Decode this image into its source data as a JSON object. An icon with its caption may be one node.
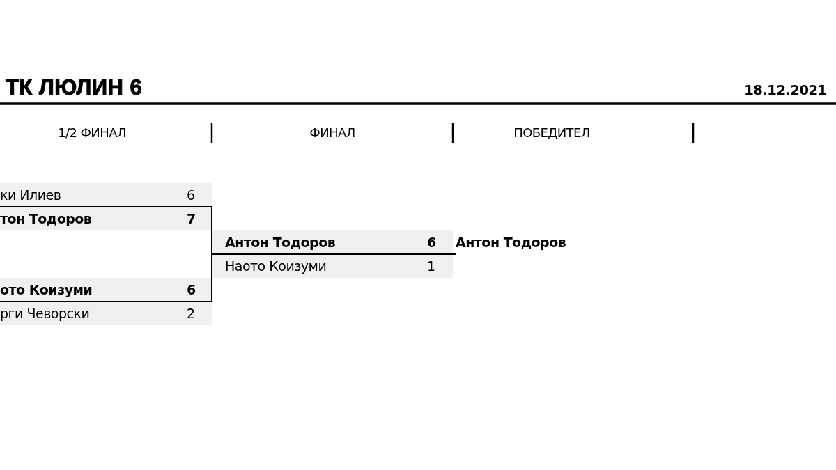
{
  "diagram": {
    "title": "ТК ЛЮЛИН 6",
    "nodes": [
      {
        "text": [
          "ки Илиев",
          "6"
        ]
      },
      {
        "text": [
          "тон Тодоров",
          "7"
        ]
      },
      {
        "text": [
          "ото Коизуми",
          "6"
        ]
      },
      {
        "text": [
          "рги Чеворски",
          "2"
        ]
      },
      {
        "text": [
          "Антон Тодоров",
          "6"
        ]
      },
      {
        "text": [
          "Наото Коизуми",
          "1"
        ]
      },
      {
        "text": [
          "Антон Тодоров"
        ]
      }
    ],
    "edges": [
      {
        "from": 1,
        "to": 4,
        "arrow": "none"
      },
      {
        "from": 2,
        "to": 5,
        "arrow": "none"
      },
      {
        "from": 4,
        "to": 6,
        "arrow": "none"
      }
    ],
    "labels": [
      "18.12.2021",
      "1/2 ФИНАЛ",
      "ФИНАЛ",
      "ПОБЕДИТЕЛ"
    ]
  }
}
